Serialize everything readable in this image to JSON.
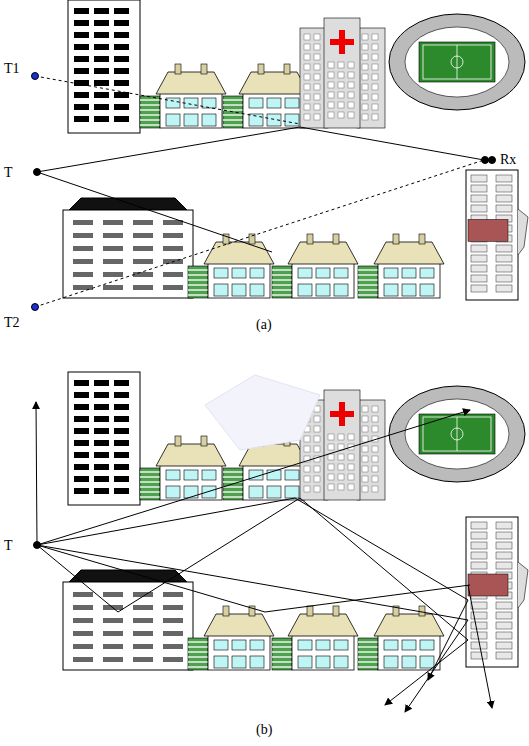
{
  "diagram": {
    "labels": [
      "T1",
      "T",
      "Rx",
      "T2",
      "(a)",
      "T",
      "(b)"
    ]
  }
}
